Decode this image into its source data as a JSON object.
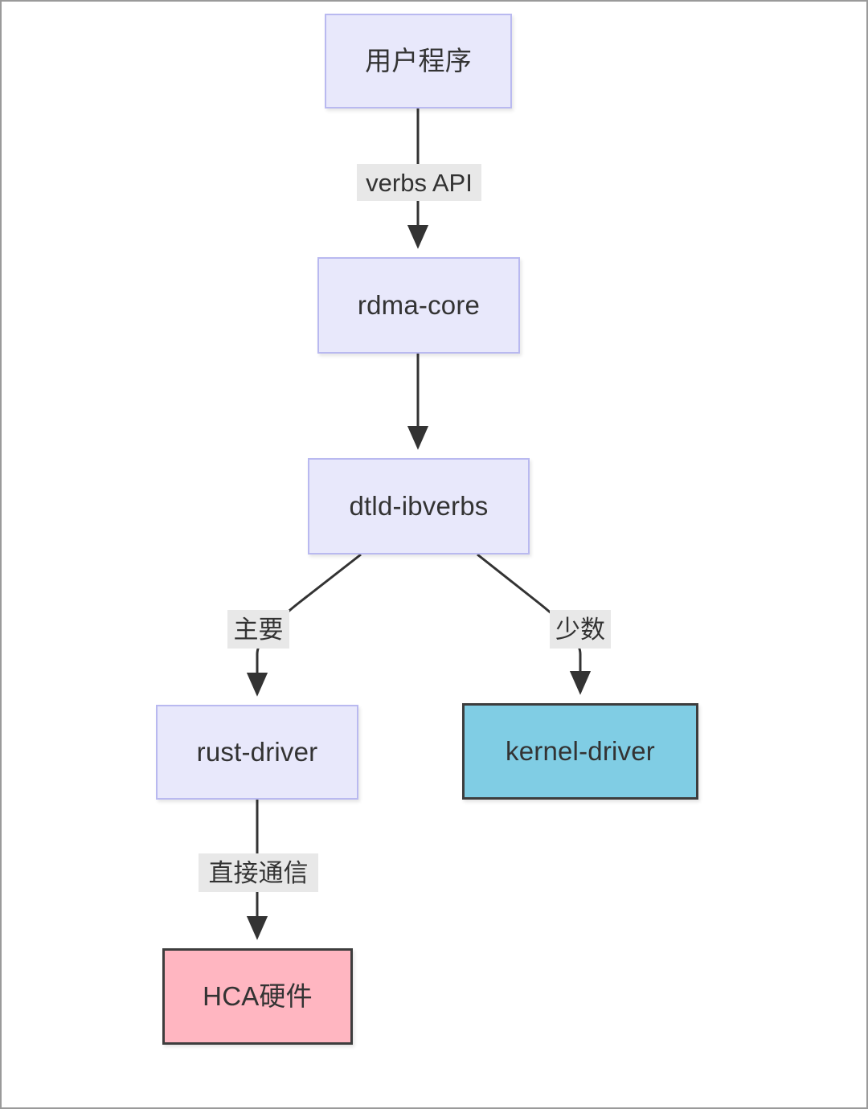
{
  "diagram": {
    "type": "flowchart",
    "direction": "top-down",
    "background_color": "#ffffff",
    "border_color": "#9a9a9a",
    "nodes": [
      {
        "id": "user",
        "label": "用户程序",
        "style": "lavender",
        "fill": "#e8e8fb",
        "stroke": "#b9b9f0"
      },
      {
        "id": "rdma",
        "label": "rdma-core",
        "style": "lavender",
        "fill": "#e8e8fb",
        "stroke": "#b9b9f0"
      },
      {
        "id": "dtld",
        "label": "dtld-ibverbs",
        "style": "lavender",
        "fill": "#e8e8fb",
        "stroke": "#b9b9f0"
      },
      {
        "id": "rust",
        "label": "rust-driver",
        "style": "lavender",
        "fill": "#e8e8fb",
        "stroke": "#b9b9f0"
      },
      {
        "id": "kernel",
        "label": "kernel-driver",
        "style": "cyan",
        "fill": "#80cde4",
        "stroke": "#3d3d3d"
      },
      {
        "id": "hca",
        "label": "HCA硬件",
        "style": "pink",
        "fill": "#ffb6c1",
        "stroke": "#3d3d3d"
      }
    ],
    "edges": [
      {
        "from": "user",
        "to": "rdma",
        "label": "verbs API",
        "arrow": "filled-triangle"
      },
      {
        "from": "rdma",
        "to": "dtld",
        "label": "",
        "arrow": "filled-triangle"
      },
      {
        "from": "dtld",
        "to": "rust",
        "label": "主要",
        "arrow": "filled-triangle"
      },
      {
        "from": "dtld",
        "to": "kernel",
        "label": "少数",
        "arrow": "filled-triangle"
      },
      {
        "from": "rust",
        "to": "hca",
        "label": "直接通信",
        "arrow": "filled-triangle"
      }
    ],
    "edge_label_background": "#e8e8e8",
    "edge_stroke": "#333333"
  }
}
